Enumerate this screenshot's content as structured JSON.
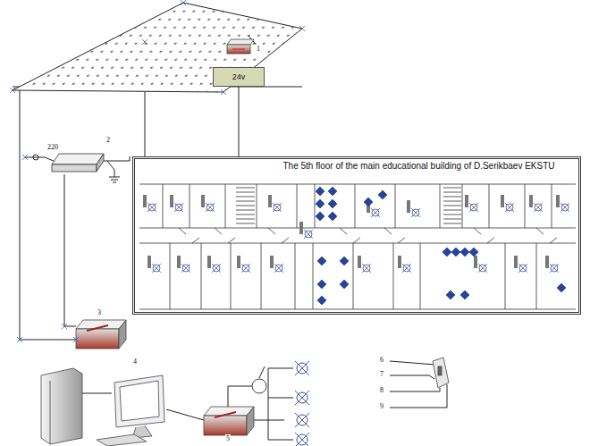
{
  "diagram": {
    "nodes": [
      {
        "text": [
          "24v"
        ]
      },
      {
        "text": [
          "The 5th floor of the main educational building of D.Serikbaev EKSTU"
        ]
      }
    ],
    "edges": [
      {
        "from": 0,
        "to": 1,
        "arrow": "none"
      }
    ],
    "labels": [
      "1",
      "220",
      "2",
      "3",
      "4",
      "5",
      "6",
      "7",
      "8",
      "9"
    ]
  }
}
